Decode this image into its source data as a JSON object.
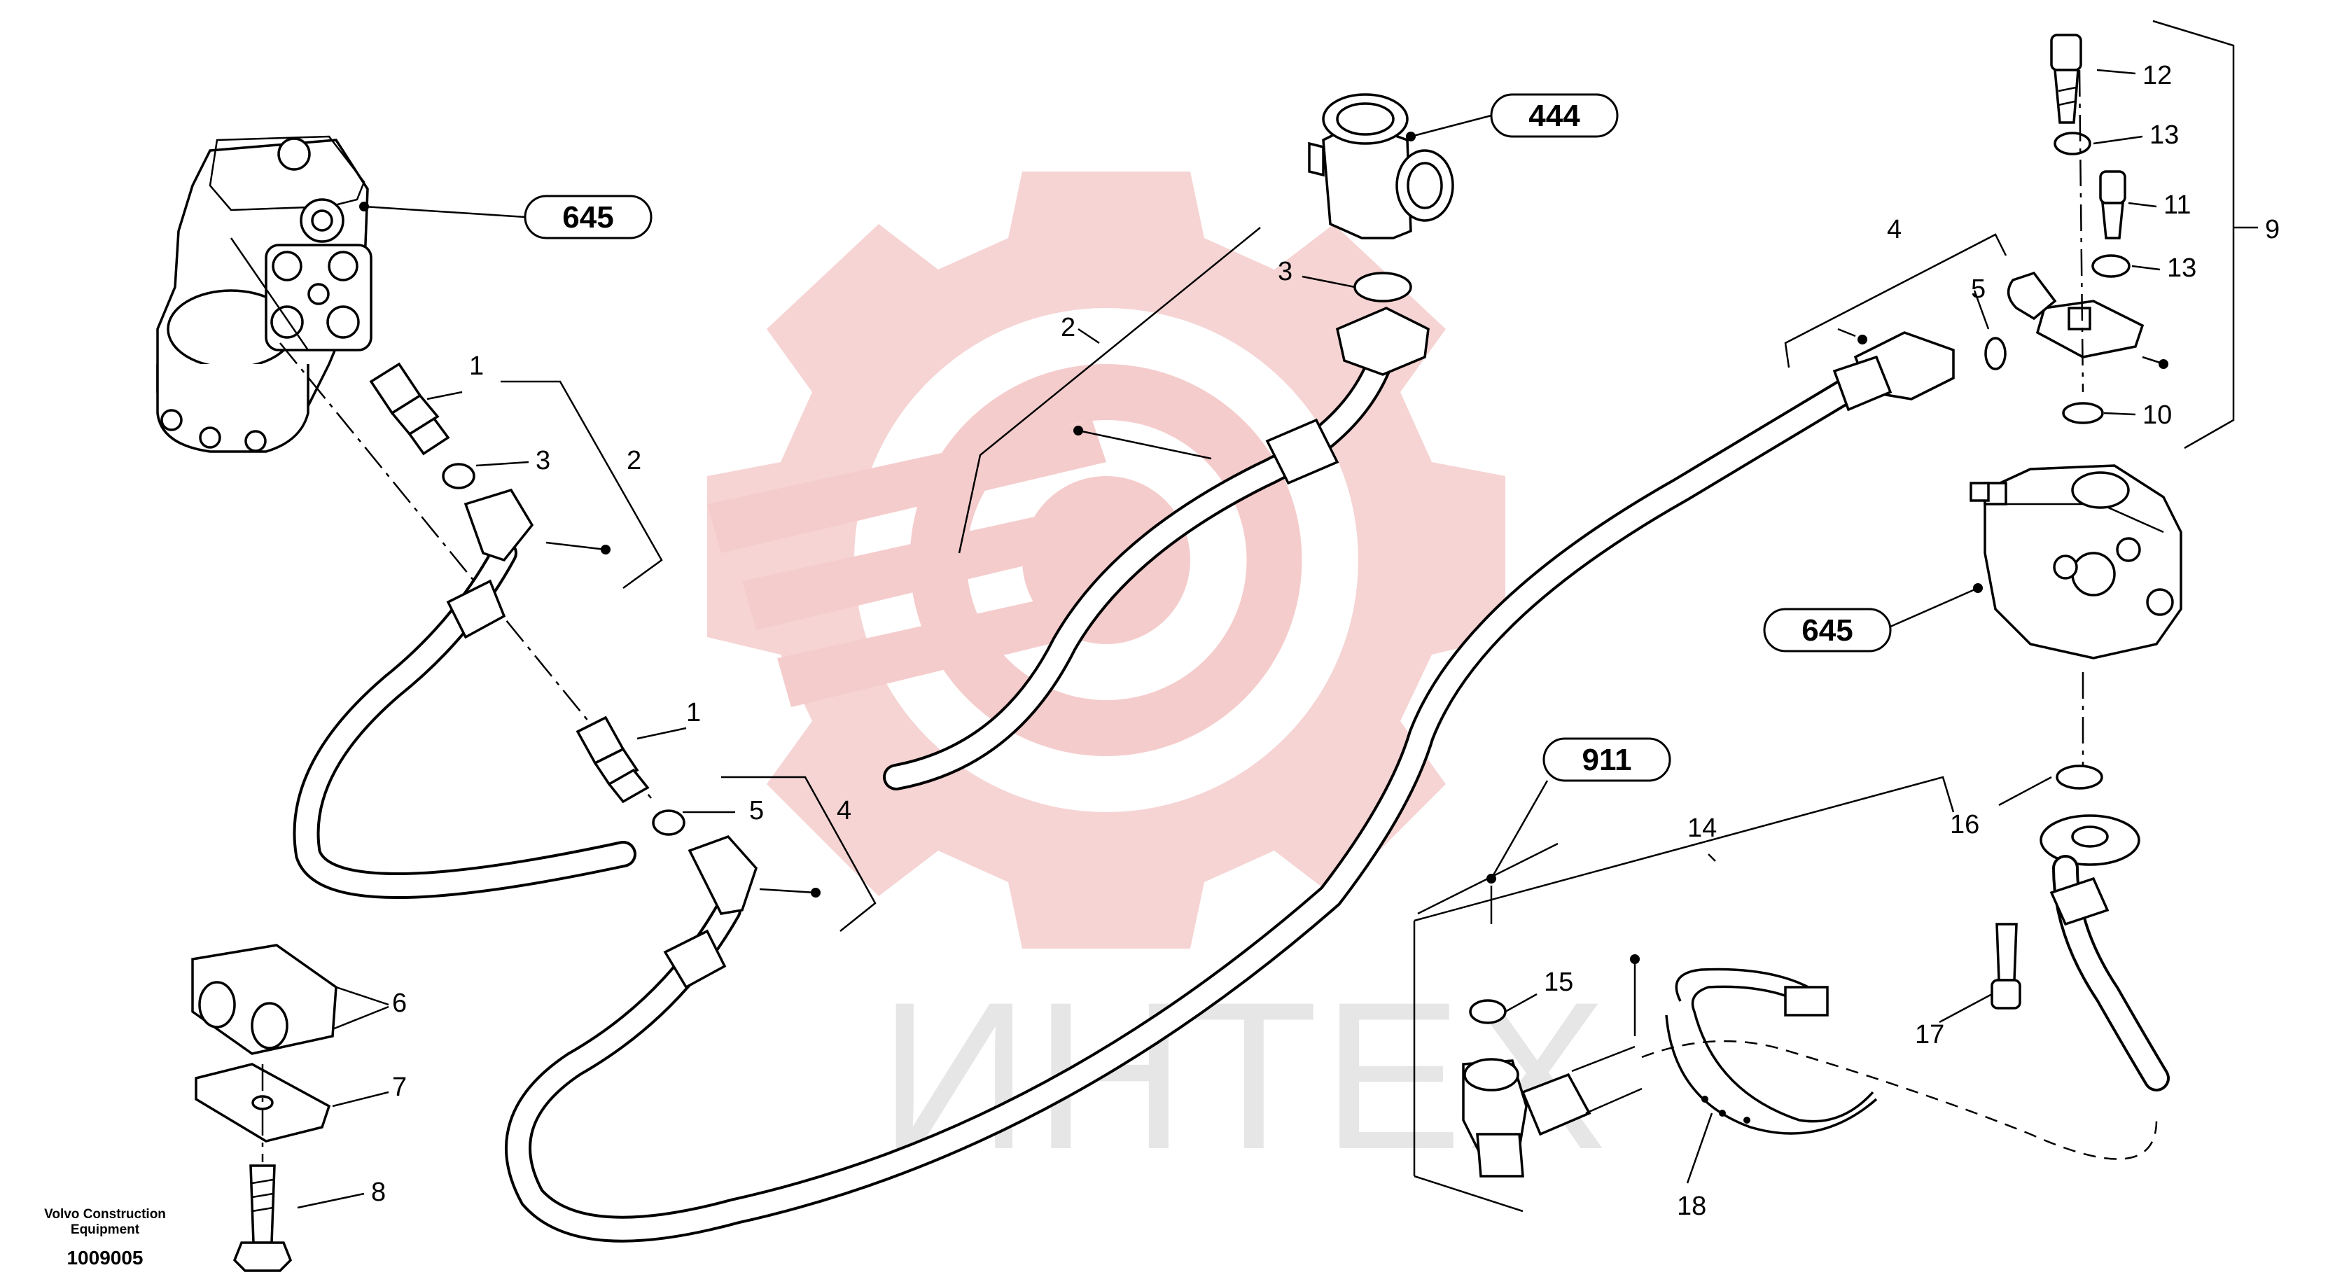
{
  "diagram": {
    "watermark_text": "ИНТЕХ",
    "watermark_color": "#f5cccc",
    "footer": {
      "maker_line1": "Volvo Construction",
      "maker_line2": "Equipment",
      "drawing_number": "1009005"
    },
    "badges": [
      "645",
      "444",
      "645",
      "911"
    ],
    "labels": [
      "1",
      "3",
      "2",
      "1",
      "5",
      "4",
      "6",
      "7",
      "8",
      "2",
      "3",
      "4",
      "5",
      "12",
      "13",
      "11",
      "13",
      "9",
      "10",
      "16",
      "17",
      "15",
      "14",
      "18"
    ]
  }
}
